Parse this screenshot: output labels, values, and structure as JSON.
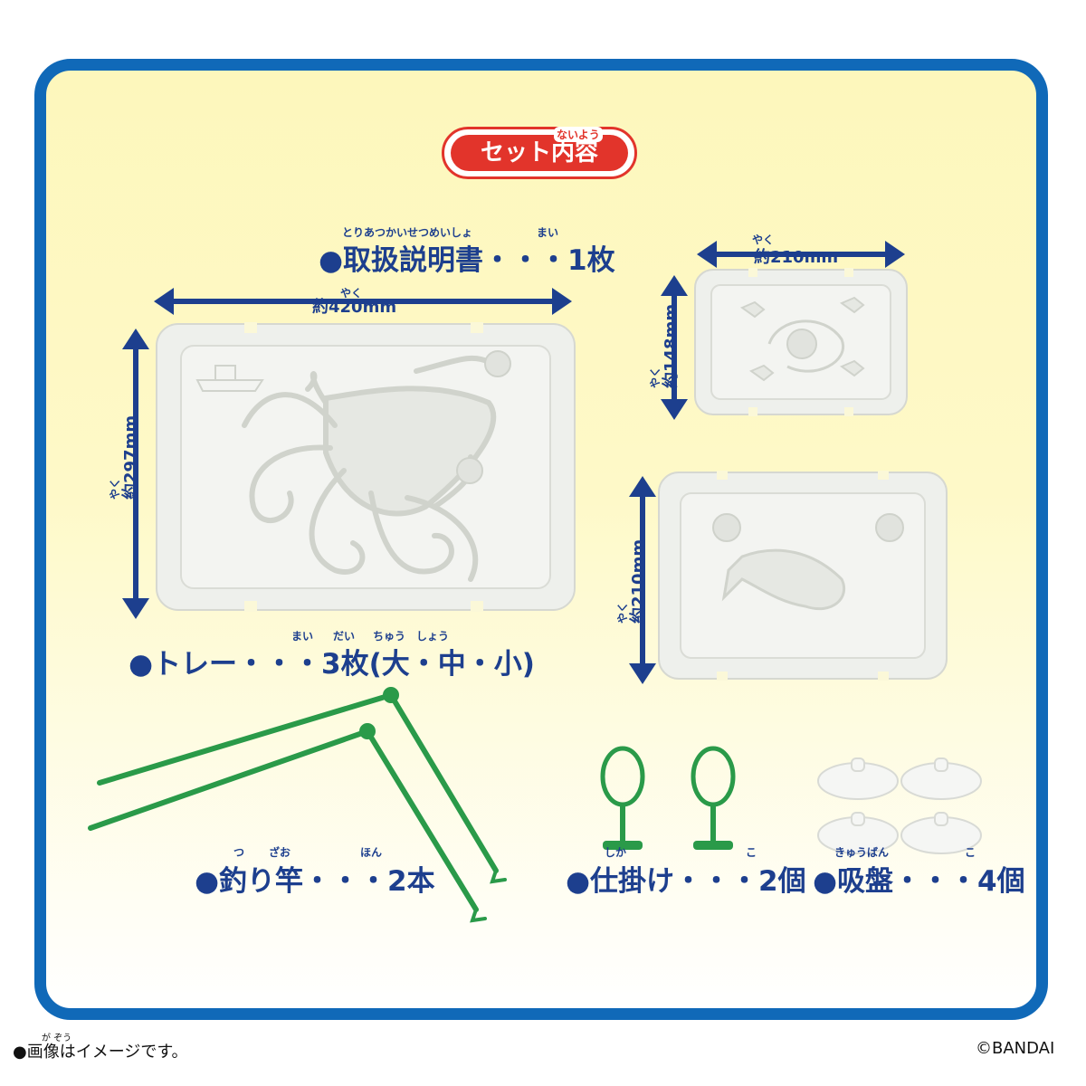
{
  "header": {
    "badge_label": "セット内容",
    "badge_ruby": "ないよう"
  },
  "manual": {
    "ruby_main": "とりあつかいせつめいしょ",
    "ruby_count": "まい",
    "label": "●取扱説明書・・・1枚"
  },
  "trays": {
    "large": {
      "width_ruby": "やく",
      "width_label": "約420mm",
      "height_ruby": "やく",
      "height_label": "約297mm"
    },
    "small": {
      "width_ruby": "やく",
      "width_label": "約210mm",
      "height_ruby": "やく",
      "height_label": "約148mm"
    },
    "medium": {
      "height_ruby": "やく",
      "height_label": "約210mm"
    },
    "ruby_count": "まい",
    "ruby_dai": "だい",
    "ruby_chu": "ちゅう",
    "ruby_sho": "しょう",
    "label": "●トレー・・・3枚(大・中・小)"
  },
  "rod": {
    "ruby_tsu": "つ",
    "ruby_zao": "ざお",
    "ruby_hon": "ほん",
    "label": "●釣り竿・・・2本"
  },
  "hook": {
    "ruby_shi": "しか",
    "ruby_ko": "こ",
    "label": "●仕掛け・・・2個"
  },
  "sucker": {
    "ruby_main": "きゅうばん",
    "ruby_ko": "こ",
    "label": "●吸盤・・・4個"
  },
  "footer": {
    "note_ruby": "が ぞう",
    "note": "●画像はイメージです。",
    "copyright": "©BANDAI"
  },
  "colors": {
    "frame": "#1069b8",
    "text": "#1d3f8e",
    "badge": "#e2342b",
    "green": "#2a9a49"
  }
}
